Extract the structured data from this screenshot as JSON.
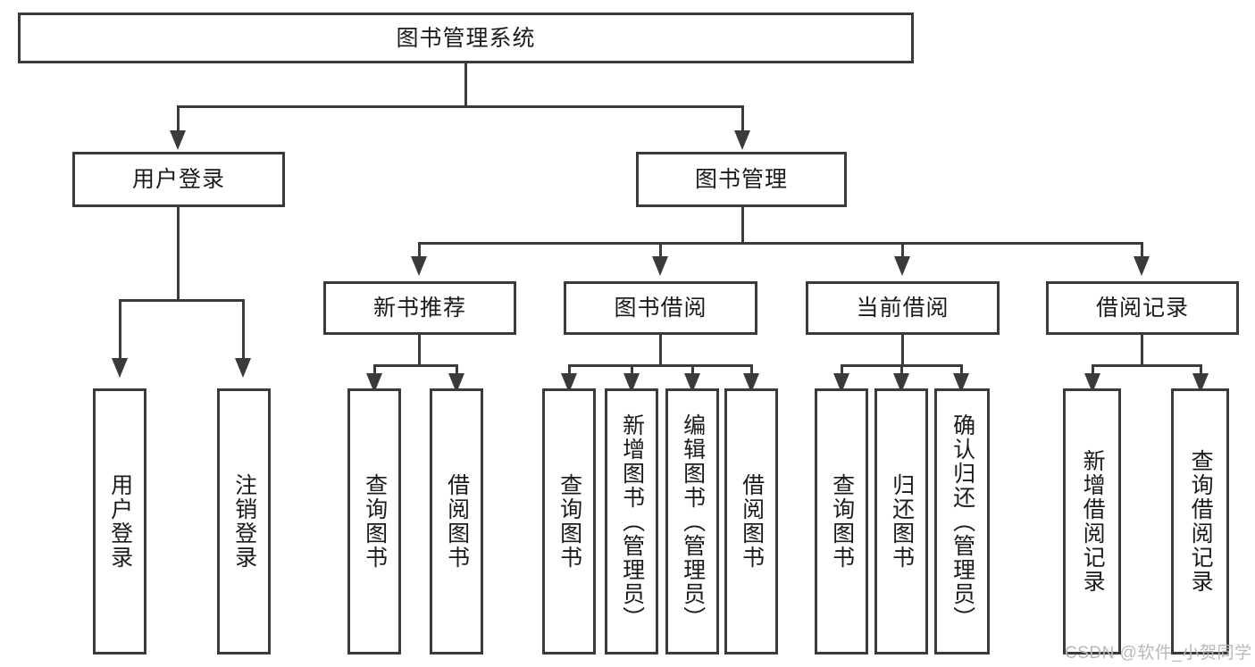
{
  "diagram": {
    "type": "tree-hierarchy-chart",
    "title_node": {
      "label": "图书管理系统"
    },
    "level1": [
      {
        "id": "user-login",
        "label": "用户登录"
      },
      {
        "id": "book-management",
        "label": "图书管理"
      }
    ],
    "level2": [
      {
        "id": "new-book-recommend",
        "label": "新书推荐"
      },
      {
        "id": "book-borrow",
        "label": "图书借阅"
      },
      {
        "id": "current-borrow",
        "label": "当前借阅"
      },
      {
        "id": "borrow-record",
        "label": "借阅记录"
      }
    ],
    "leaves": [
      {
        "id": "leaf-user-login",
        "label": "用户登录",
        "parent": "user-login"
      },
      {
        "id": "leaf-logout-login",
        "label": "注销登录",
        "parent": "user-login"
      },
      {
        "id": "leaf-query-book-1",
        "label": "查询图书",
        "parent": "new-book-recommend"
      },
      {
        "id": "leaf-borrow-book-1",
        "label": "借阅图书",
        "parent": "new-book-recommend"
      },
      {
        "id": "leaf-query-book-2",
        "label": "查询图书",
        "parent": "book-borrow"
      },
      {
        "id": "leaf-add-book",
        "label": "新增图书（管理员）",
        "parent": "book-borrow"
      },
      {
        "id": "leaf-edit-book",
        "label": "编辑图书（管理员）",
        "parent": "book-borrow"
      },
      {
        "id": "leaf-borrow-book-2",
        "label": "借阅图书",
        "parent": "book-borrow"
      },
      {
        "id": "leaf-query-book-3",
        "label": "查询图书",
        "parent": "current-borrow"
      },
      {
        "id": "leaf-return-book",
        "label": "归还图书",
        "parent": "current-borrow"
      },
      {
        "id": "leaf-confirm-return",
        "label": "确认归还（管理员）",
        "parent": "current-borrow"
      },
      {
        "id": "leaf-add-record",
        "label": "新增借阅记录",
        "parent": "borrow-record"
      },
      {
        "id": "leaf-query-record",
        "label": "查询借阅记录",
        "parent": "borrow-record"
      }
    ],
    "colors": {
      "stroke": "#3a3a3a",
      "fill": "#ffffff",
      "text": "#1b1b1b",
      "watermark": "#b8b8b8"
    }
  },
  "watermark": {
    "text": "CSDN @软件_小贺同学"
  }
}
